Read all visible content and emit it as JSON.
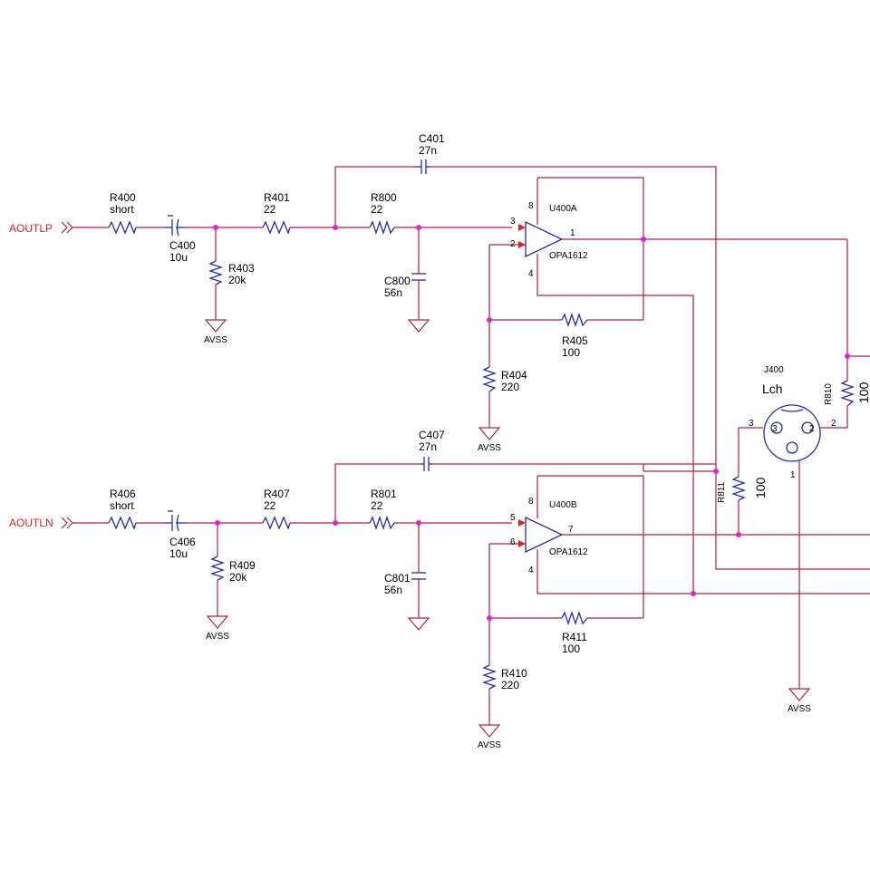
{
  "ports": {
    "p": "AOUTLP",
    "n": "AOUTLN"
  },
  "components": {
    "R400": {
      "ref": "R400",
      "val": "short"
    },
    "C400": {
      "ref": "C400",
      "val": "10u"
    },
    "R403": {
      "ref": "R403",
      "val": "20k"
    },
    "R401": {
      "ref": "R401",
      "val": "22"
    },
    "C401": {
      "ref": "C401",
      "val": "27n"
    },
    "R800": {
      "ref": "R800",
      "val": "22"
    },
    "C800": {
      "ref": "C800",
      "val": "56n"
    },
    "U400A": {
      "ref": "U400A",
      "val": "OPA1612"
    },
    "R405": {
      "ref": "R405",
      "val": "100"
    },
    "R404": {
      "ref": "R404",
      "val": "220"
    },
    "R406": {
      "ref": "R406",
      "val": "short"
    },
    "C406": {
      "ref": "C406",
      "val": "10u"
    },
    "R409": {
      "ref": "R409",
      "val": "20k"
    },
    "R407": {
      "ref": "R407",
      "val": "22"
    },
    "C407": {
      "ref": "C407",
      "val": "27n"
    },
    "R801": {
      "ref": "R801",
      "val": "22"
    },
    "C801": {
      "ref": "C801",
      "val": "56n"
    },
    "U400B": {
      "ref": "U400B",
      "val": "OPA1612"
    },
    "R411": {
      "ref": "R411",
      "val": "100"
    },
    "R410": {
      "ref": "R410",
      "val": "220"
    },
    "R810": {
      "ref": "R810",
      "val": "100"
    },
    "R811": {
      "ref": "R811",
      "val": "100"
    },
    "J400": {
      "ref": "J400",
      "val": "Lch"
    }
  },
  "pins": {
    "ua_in_pos": "3",
    "ua_in_neg": "2",
    "ua_out": "1",
    "ua_vpos": "8",
    "ua_vneg": "4",
    "ub_in_pos": "5",
    "ub_in_neg": "6",
    "ub_out": "7",
    "ub_vpos": "8",
    "ub_vneg": "4",
    "j_pin3": "3",
    "j_pin2": "2",
    "j_pin1": "1",
    "j_in3": "3",
    "j_in2": "2"
  },
  "ground_label": "AVSS"
}
